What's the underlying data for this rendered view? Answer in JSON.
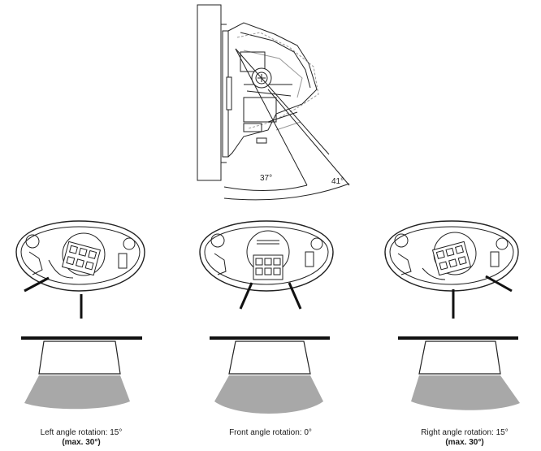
{
  "top_view": {
    "angle_front": "37°",
    "angle_side": "41°"
  },
  "views": [
    {
      "caption": "Left angle rotation: 15°",
      "note": "(max. 30°)"
    },
    {
      "caption": "Front angle rotation: 0°",
      "note": ""
    },
    {
      "caption": "Right angle rotation: 15°",
      "note": "(max. 30°)"
    }
  ]
}
